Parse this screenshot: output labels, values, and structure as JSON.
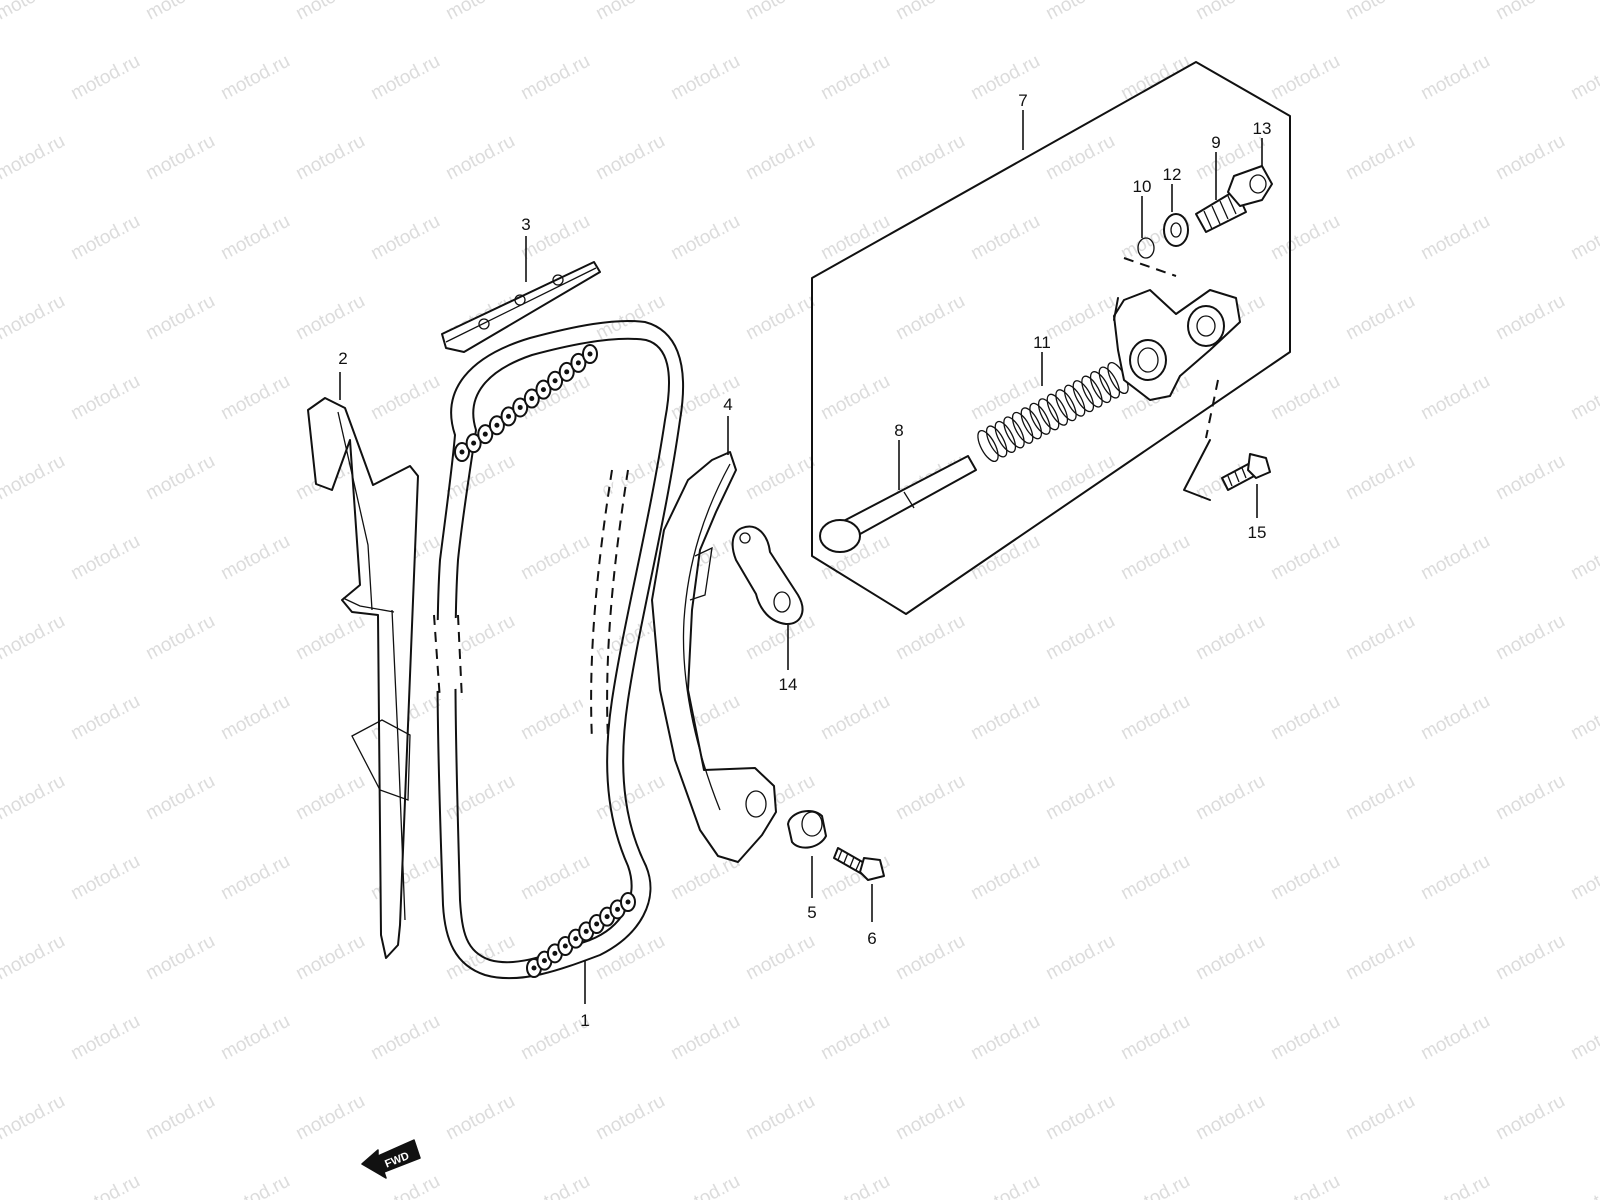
{
  "watermark": "motod.ru",
  "fwd_label": "FWD",
  "callouts": [
    "1",
    "2",
    "3",
    "4",
    "5",
    "6",
    "7",
    "8",
    "9",
    "10",
    "11",
    "12",
    "13",
    "14",
    "15"
  ]
}
